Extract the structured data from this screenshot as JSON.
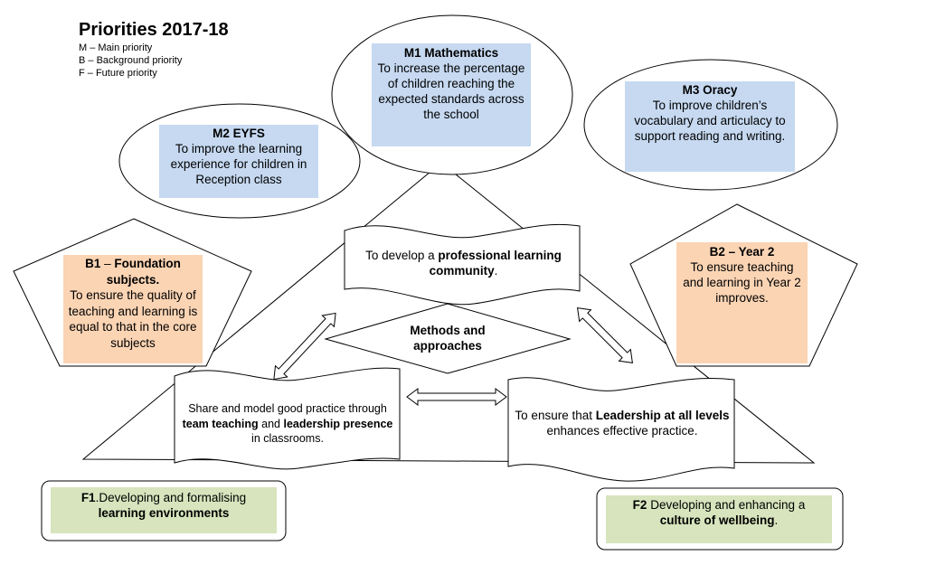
{
  "header": {
    "title": "Priorities 2017-18",
    "key": [
      "M – Main priority",
      "B – Background priority",
      "F – Future priority"
    ]
  },
  "priorities": {
    "m1": {
      "title": "M1 Mathematics",
      "text": "To increase the percentage of children reaching the expected standards across the school"
    },
    "m2": {
      "title": "M2 EYFS",
      "text": "To improve the learning experience for children in Reception class"
    },
    "m3": {
      "title": "M3 Oracy",
      "text": "To improve children’s vocabulary and articulacy to support reading and writing."
    },
    "b1": {
      "title": "B1",
      "title_rest": " – ",
      "title_bold2": "Foundation subjects.",
      "text": "To ensure the quality of teaching and learning is equal to that in the core subjects"
    },
    "b2": {
      "title": "B2 – Year 2",
      "text": "To ensure teaching and learning in Year 2 improves."
    },
    "f1": {
      "prefix": "F1",
      "text": ".Developing and formalising ",
      "bold": "learning environments"
    },
    "f2": {
      "prefix": "F2",
      "text": " Developing and enhancing a ",
      "bold": "culture of wellbeing",
      "suffix": "."
    }
  },
  "methods": {
    "center": {
      "line1": "Methods and",
      "line2": "approaches"
    },
    "top": {
      "pre": "To develop a ",
      "bold": "professional learning community",
      "post": "."
    },
    "left": {
      "pre": "Share and model good practice through ",
      "bold1": "team teaching",
      "mid": " and ",
      "bold2": "leadership presence",
      "post": " in classrooms."
    },
    "right": {
      "pre": "To ensure that ",
      "bold": "Leadership at all levels",
      "post": " enhances effective practice."
    }
  },
  "colors": {
    "main": "#c6d9f1",
    "background": "#fbd4b4",
    "future": "#d7e4bd"
  }
}
